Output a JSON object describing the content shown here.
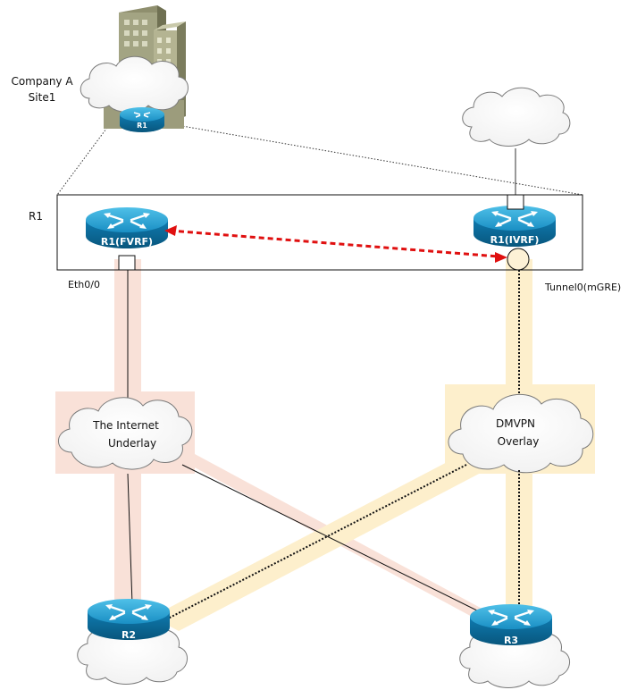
{
  "site_label_line1": "Company A",
  "site_label_line2": "Site1",
  "box_label": "R1",
  "interfaces": {
    "physical": "Eth0/0",
    "tunnel": "Tunnel0(mGRE)"
  },
  "clouds": {
    "internet_line1": "The Internet",
    "internet_line2": "Underlay",
    "dmvpn_line1": "DMVPN",
    "dmvpn_line2": "Overlay"
  },
  "routers": {
    "site_r1": "R1",
    "fvrf": "R1(FVRF)",
    "ivrf": "R1(IVRF)",
    "r2": "R2",
    "r3": "R3"
  },
  "colors": {
    "underlay_band": "#f9e1d8",
    "overlay_band": "#fdefcc",
    "router_top": "#1a9bd0",
    "router_side": "#0b6f9e",
    "vrf_link": "#e01010"
  }
}
